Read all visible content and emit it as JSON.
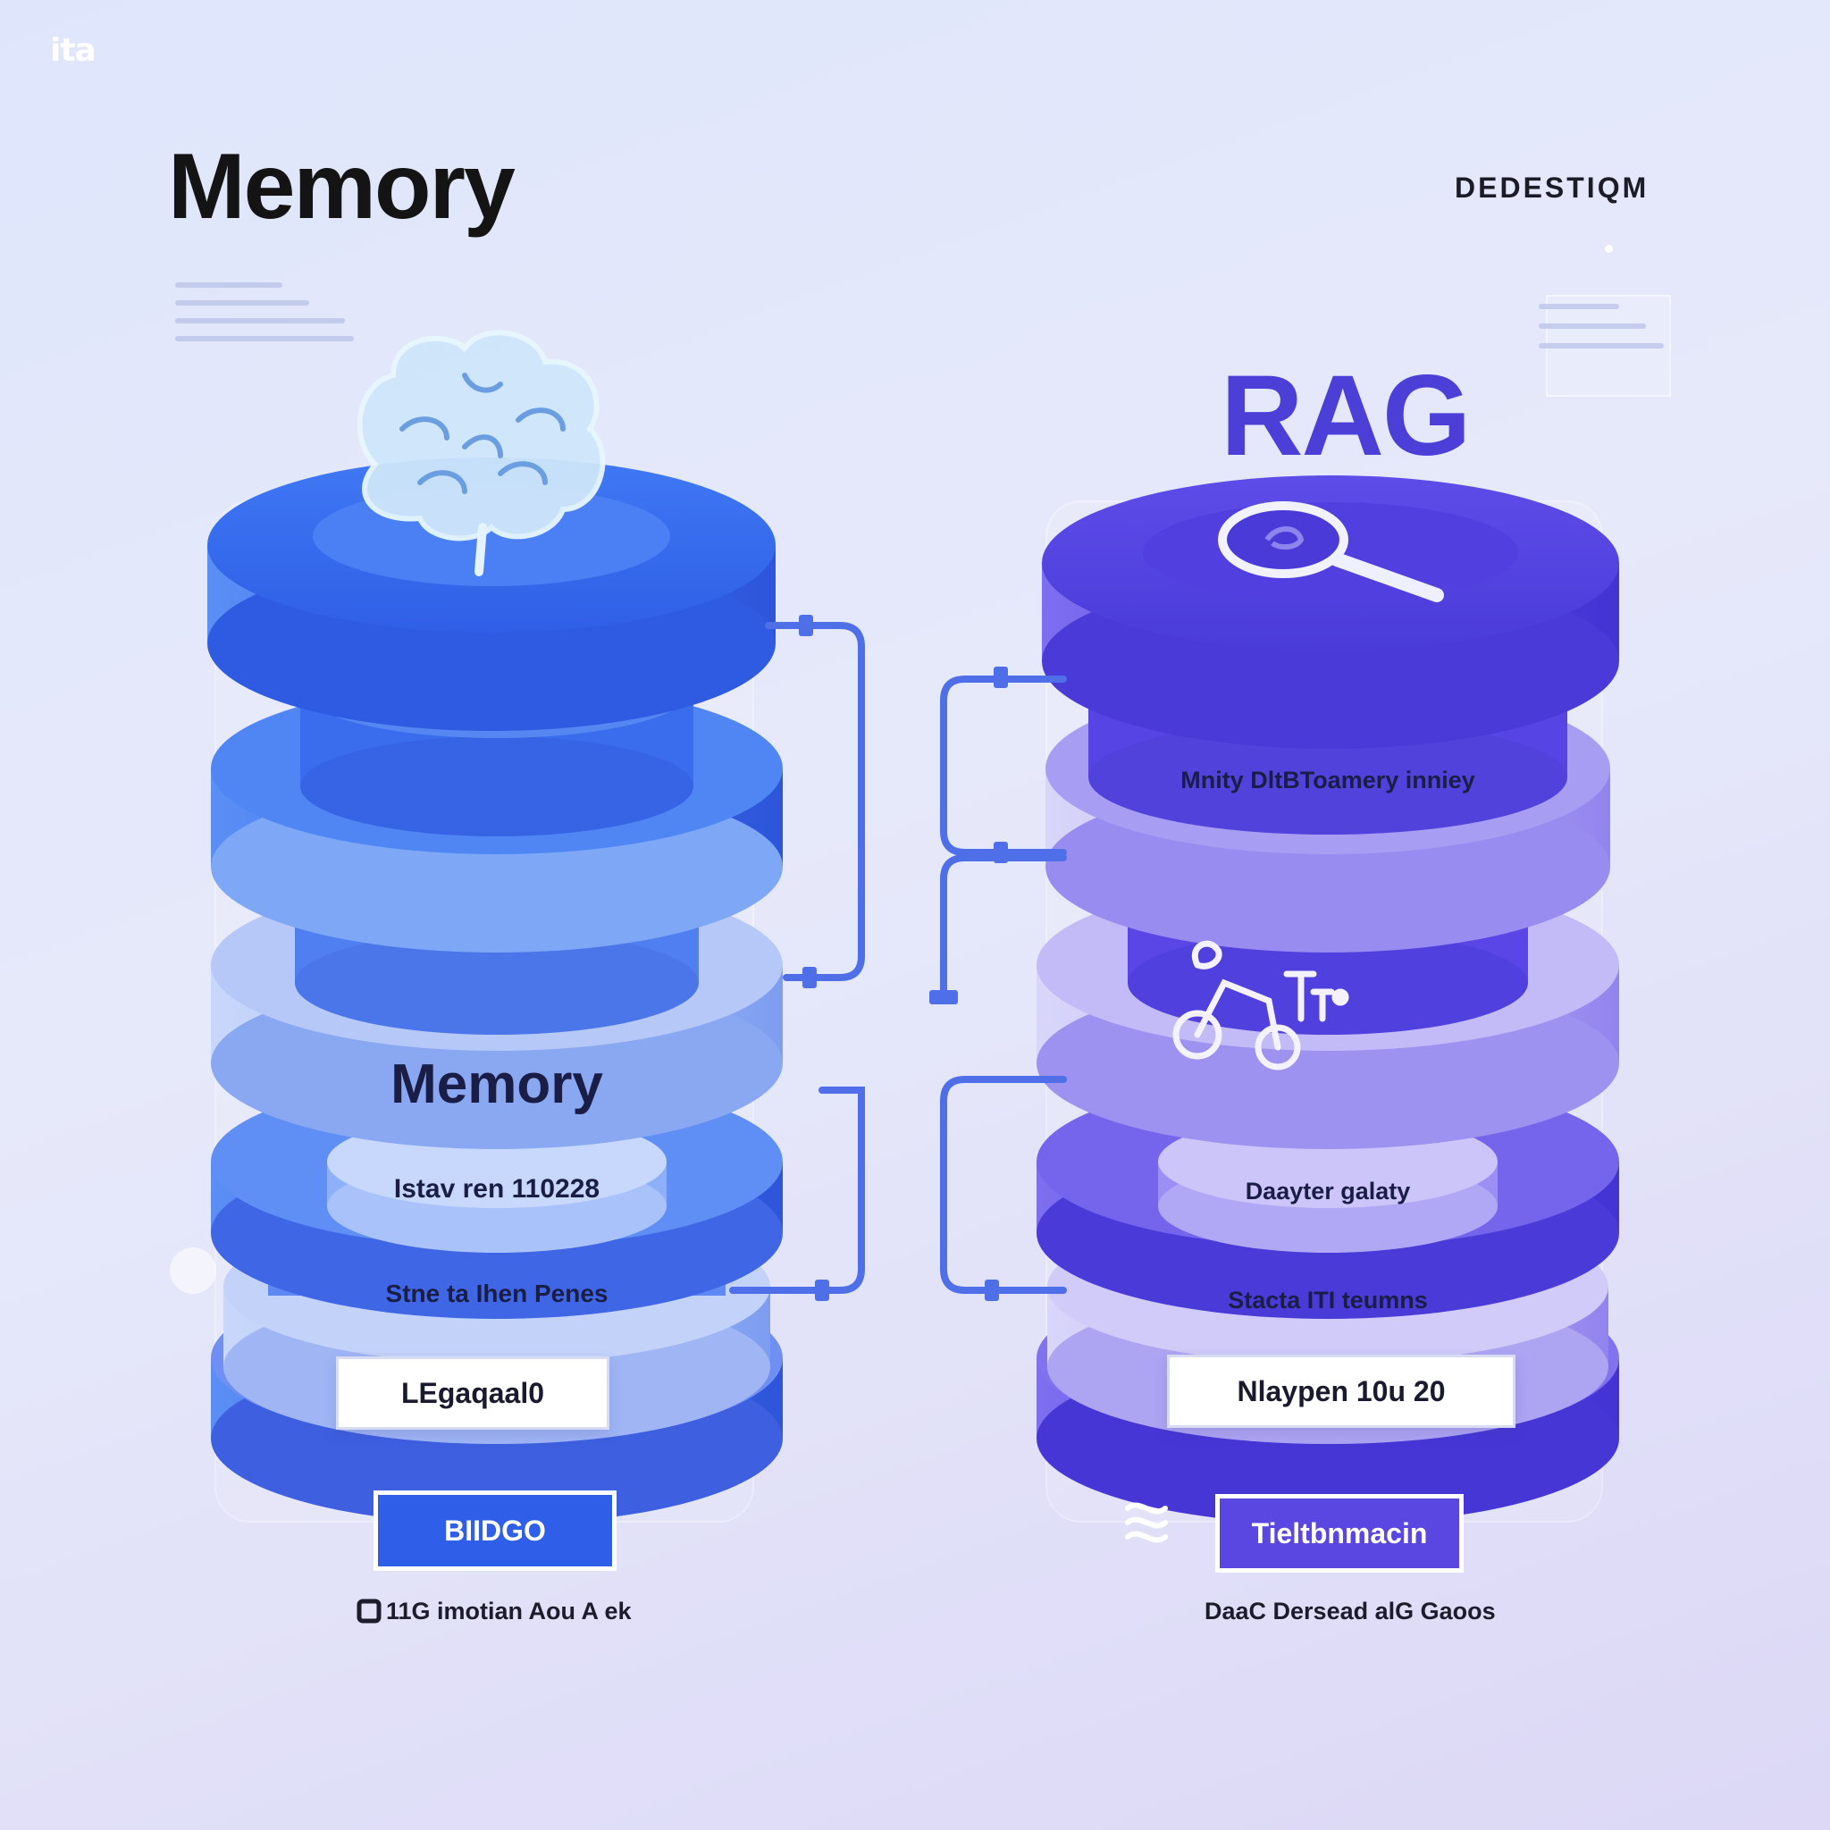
{
  "corner_mark": "ita",
  "title": "Memory",
  "top_right_label": "DEDESTIQM",
  "rag_title": "RAG",
  "memory_stack": {
    "middle_label": "Memory",
    "ring_label": "Istav ren 110228",
    "band_label": "Stne ta Ihen Penes",
    "card_label": "LEgaqaal0",
    "badge": "BIIDGO",
    "caption": "11G imotian Aou A ek",
    "colors": {
      "top": "#3b6ef2",
      "mid": "#6f9bf7",
      "light": "#b5c8f6",
      "bottom": "#5a78ec",
      "badge": "#2f5ee8"
    }
  },
  "rag_stack": {
    "ring_label": "Mnity DltBToamery inniey",
    "band_label": "Daayter galaty",
    "lower_band_label": "Stacta ITI teumns",
    "card_label": "Nlaypen 10u 20",
    "badge": "Tieltbnmacin",
    "caption": "DaaC Dersead alG Gaoos",
    "colors": {
      "top": "#5a48e6",
      "mid": "#8f82f0",
      "light": "#c4bff5",
      "bottom": "#5544e2",
      "badge": "#5a46e0"
    }
  },
  "icons": {
    "memory_top": "brain-icon",
    "rag_top": "magnifier-icon",
    "rag_middle": "molecule-icon",
    "rag_caption": "waves-icon",
    "memory_caption": "square-icon"
  }
}
